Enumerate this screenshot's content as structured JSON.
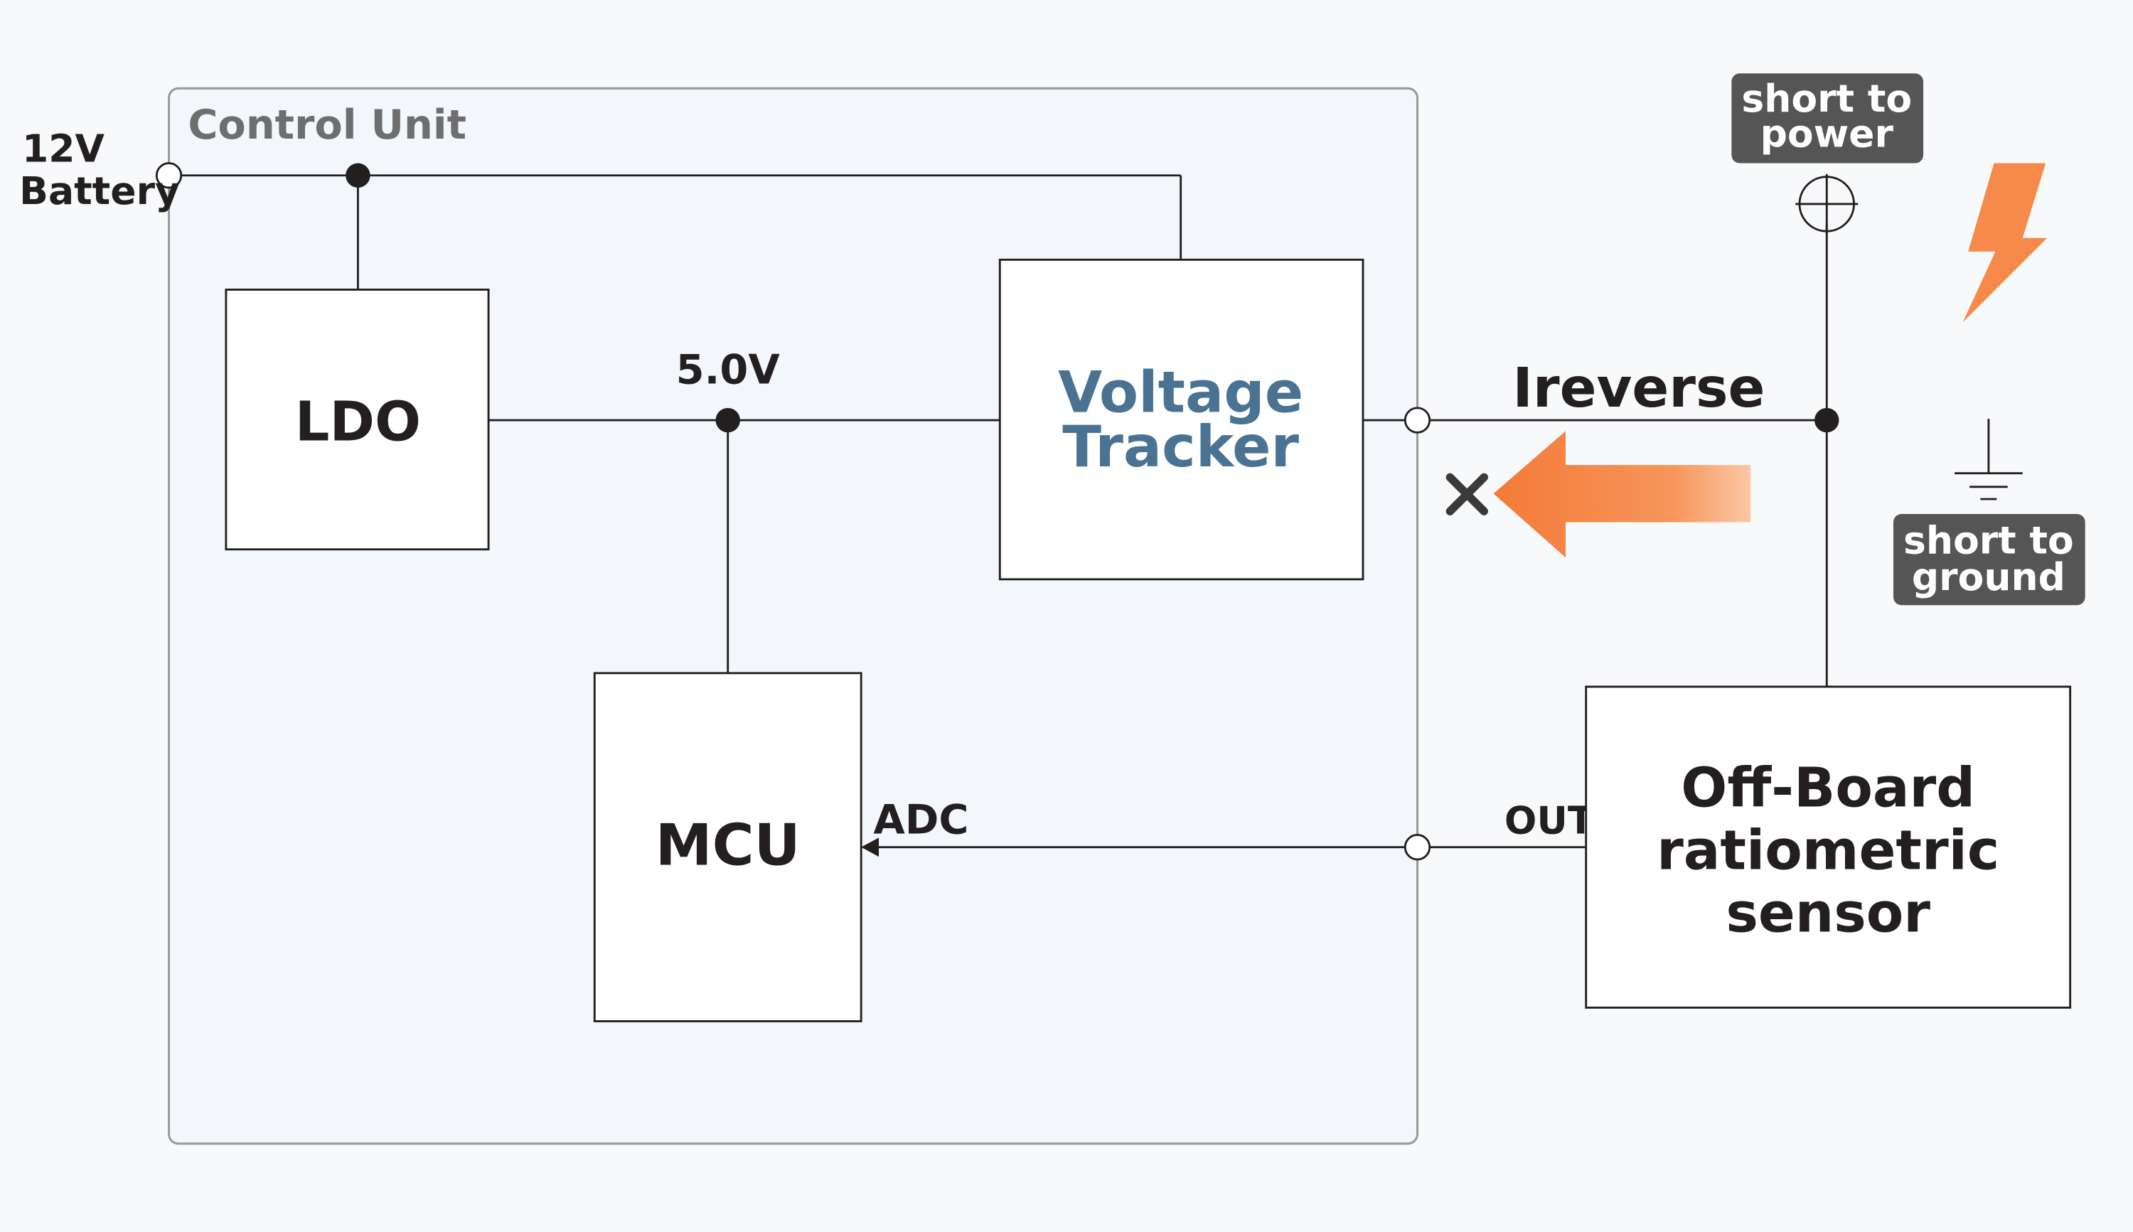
{
  "labels": {
    "battery_voltage": "12V",
    "battery_name": "Battery",
    "control_unit": "Control Unit",
    "ldo": "LDO",
    "rail_voltage": "5.0V",
    "tracker_line1": "Voltage",
    "tracker_line2": "Tracker",
    "mcu": "MCU",
    "adc": "ADC",
    "out": "OUT",
    "current": "Ireverse",
    "sensor_line1": "Off-Board",
    "sensor_line2": "ratiometric",
    "sensor_line3": "sensor",
    "short_power_line1": "short to",
    "short_power_line2": "power",
    "short_ground_line1": "short to",
    "short_ground_line2": "ground"
  },
  "colors": {
    "background": "#f7f9fb",
    "control_unit_fill": "#f3f7fb",
    "control_unit_stroke": "#9a9a9a",
    "control_unit_label": "#6e6e6e",
    "tracker_text": "#4a7393",
    "arrow_orange": "#f58a4a",
    "tag_fill": "#555555",
    "tag_text": "#ffffff",
    "ink": "#231f20"
  }
}
